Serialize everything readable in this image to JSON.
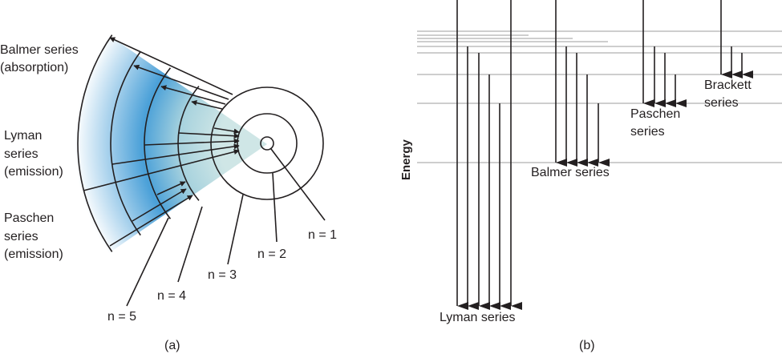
{
  "panel_a": {
    "caption": "(a)",
    "series_labels": {
      "balmer": [
        "Balmer series",
        "(absorption)"
      ],
      "lyman": [
        "Lyman",
        "series",
        "(emission)"
      ],
      "paschen": [
        "Paschen",
        "series",
        "(emission)"
      ]
    },
    "orbit_labels": [
      "n = 1",
      "n = 2",
      "n = 3",
      "n = 4",
      "n = 5"
    ],
    "colors": {
      "shell": "#cfe6e6",
      "fan": "#4aa0d8"
    }
  },
  "panel_b": {
    "caption": "(b)",
    "axis_label": "Energy",
    "series_labels": {
      "lyman": "Lyman series",
      "balmer": "Balmer series",
      "paschen": [
        "Paschen",
        "series"
      ],
      "brackett": [
        "Brackett",
        "series"
      ]
    },
    "colors": {
      "level_line": "#bdbdbd",
      "arrow": "#231f20"
    }
  }
}
